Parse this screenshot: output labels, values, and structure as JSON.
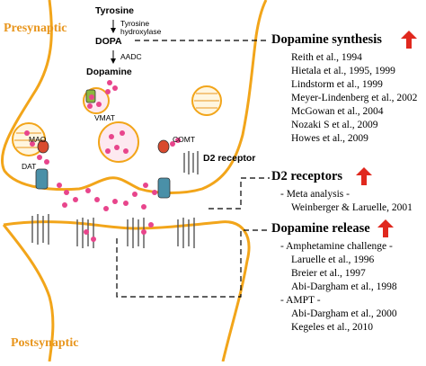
{
  "regions": {
    "presynaptic": "Presynaptic",
    "postsynaptic": "Postsynaptic"
  },
  "synthesis_pathway": {
    "tyrosine": "Tyrosine",
    "enzyme1": "Tyrosine hydroxylase",
    "dopa": "DOPA",
    "enzyme2": "AADC",
    "dopamine": "Dopamine"
  },
  "structures": {
    "vmat": "VMAT",
    "mao": "MAO",
    "comt": "COMT",
    "dat": "DAT",
    "d2_receptor": "D2 receptor"
  },
  "findings": [
    {
      "title": "Dopamine synthesis",
      "citations": [
        "Reith et al., 1994",
        "Hietala et al., 1995, 1999",
        "Lindstorm et al., 1999",
        "Meyer-Lindenberg et al., 2002",
        "McGowan et al., 2004",
        "Nozaki S et al., 2009",
        "Howes et al., 2009"
      ]
    },
    {
      "title": "D2 receptors",
      "citations": [
        "- Meta analysis -",
        "Weinberger & Laruelle, 2001"
      ]
    },
    {
      "title": "Dopamine release",
      "citations": [
        "- Amphetamine challenge -",
        "Laruelle et al., 1996",
        "Breier et al., 1997",
        "Abi-Dargham et al., 1998",
        "- AMPT -",
        "Abi-Dargham et al., 2000",
        "Kegeles et al., 2010"
      ]
    }
  ],
  "colors": {
    "membrane": "#f2a51a",
    "dopamine_dot": "#e8458c",
    "vesicle_fill": "#fde9f0",
    "up_arrow": "#e0281e",
    "region_label": "#e8961e",
    "transporter": "#4a90a8",
    "receptor": "#555555"
  },
  "icons": {
    "increase_indicator": "red-up-arrow-icon"
  }
}
